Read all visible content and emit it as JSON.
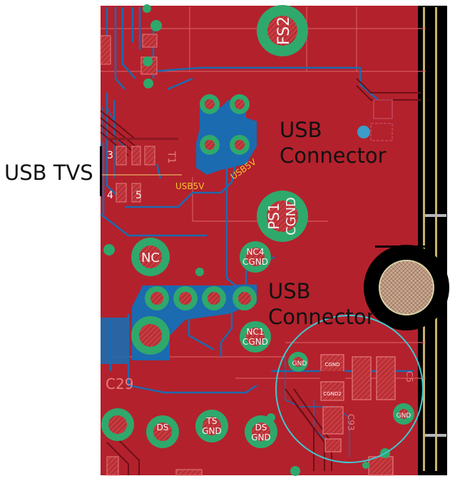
{
  "annotations": {
    "usb_tvs": "USB TVS",
    "usb_connector_top_line1": "USB",
    "usb_connector_top_line2": "Connector",
    "usb_connector_mid_line1": "USB",
    "usb_connector_mid_line2": "Connector"
  },
  "pcb": {
    "pad_labels": {
      "fs2": "FS2",
      "ps1_line1": "PS1",
      "ps1_line2": "CGND",
      "nc": "NC",
      "nc4_line1": "NC4",
      "nc4_line2": "CGND",
      "nc1_line1": "NC1",
      "nc1_line2": "CGND",
      "ts_line1": "TS",
      "ts_line2": "GND",
      "ds_line1": "DS",
      "ds_line2": "GND",
      "ds_small": "DS",
      "cgnd": "CGND",
      "cgnd2": "CGND2",
      "gnd": "GND"
    },
    "silkscreen": {
      "usb5v_a": "USB5V",
      "usb5v_b": "USB5V",
      "c29": "C29",
      "c5": "C5",
      "c93": "C93",
      "pin3": "3",
      "pin4": "4",
      "pin5": "5",
      "t1": "T1"
    },
    "colors": {
      "copper_top": "#b3212c",
      "board_edge": "#000000",
      "copper_bottom": "#1b6bb0",
      "pad_green": "#2fa86c",
      "highlight_circle": "#3fc8d0",
      "silkscreen": "#f2c230"
    }
  }
}
